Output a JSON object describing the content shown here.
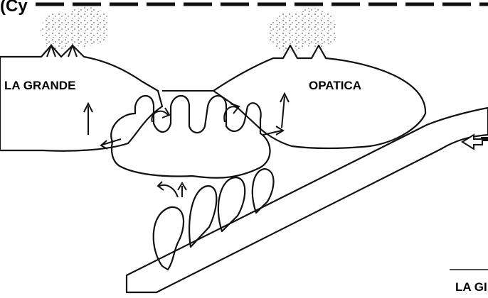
{
  "header": {
    "partial_title": "(Cy"
  },
  "labels": {
    "left_block": "LA GRANDE",
    "right_block": "OPATICA",
    "corner_partial": "LA GI"
  },
  "colors": {
    "ink": "#111111",
    "background": "#ffffff",
    "hatch": "#9a9a9a",
    "stipple": "#c8c8c8"
  },
  "icons": {
    "arrow_left": "arrow-left-icon",
    "arrow_up": "arrow-up-icon",
    "volcano": "volcano-icon"
  }
}
